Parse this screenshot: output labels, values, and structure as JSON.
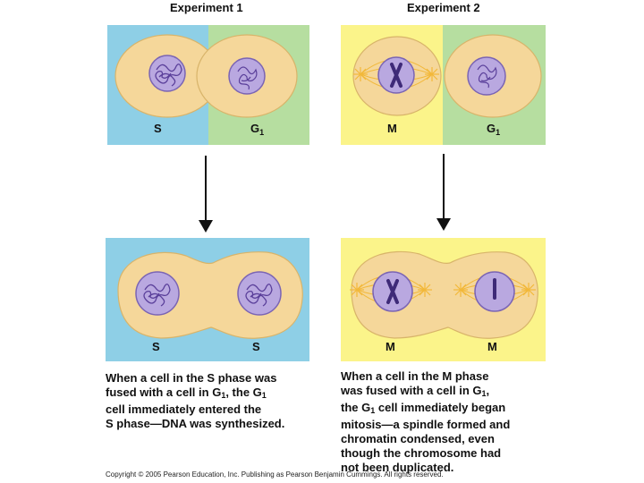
{
  "titles": {
    "experiment1": "Experiment 1",
    "experiment2": "Experiment 2"
  },
  "labels": {
    "exp1_before_left": "S",
    "exp1_before_right_main": "G",
    "exp1_before_right_sub": "1",
    "exp2_before_left": "M",
    "exp2_before_right_main": "G",
    "exp2_before_right_sub": "1",
    "exp1_after_left": "S",
    "exp1_after_right": "S",
    "exp2_after_left": "M",
    "exp2_after_right": "M"
  },
  "captions": {
    "exp1": {
      "l1": "When a cell in the  S phase was",
      "l2a": "fused with a cell in G",
      "l2sub": "1",
      "l2b": ", the G",
      "l2sub2": "1",
      "l3": "cell immediately entered the",
      "l4": "S phase—DNA was synthesized."
    },
    "exp2": {
      "l1": "When a cell in the M phase",
      "l2a": "was fused with a cell in G",
      "l2sub": "1",
      "l2b": ",",
      "l3a": "the G",
      "l3sub": "1",
      "l3b": " cell immediately began",
      "l4": "mitosis—a spindle formed and",
      "l5": "chromatin condensed, even",
      "l6": "though the chromosome had",
      "l7": "not been duplicated."
    }
  },
  "copyright": "Copyright © 2005 Pearson Education, Inc. Publishing as Pearson Benjamin Cummings. All rights reserved.",
  "colors": {
    "s_phase": "#8ecfe6",
    "g1_phase": "#b6dea0",
    "m_phase": "#fbf48a",
    "cytoplasm": "#f5d79a",
    "nucleus": "#b9a8e0",
    "nucleus_edge": "#7a64b4",
    "chromatin": "#5a3f9a",
    "spindle": "#f2b83a"
  }
}
